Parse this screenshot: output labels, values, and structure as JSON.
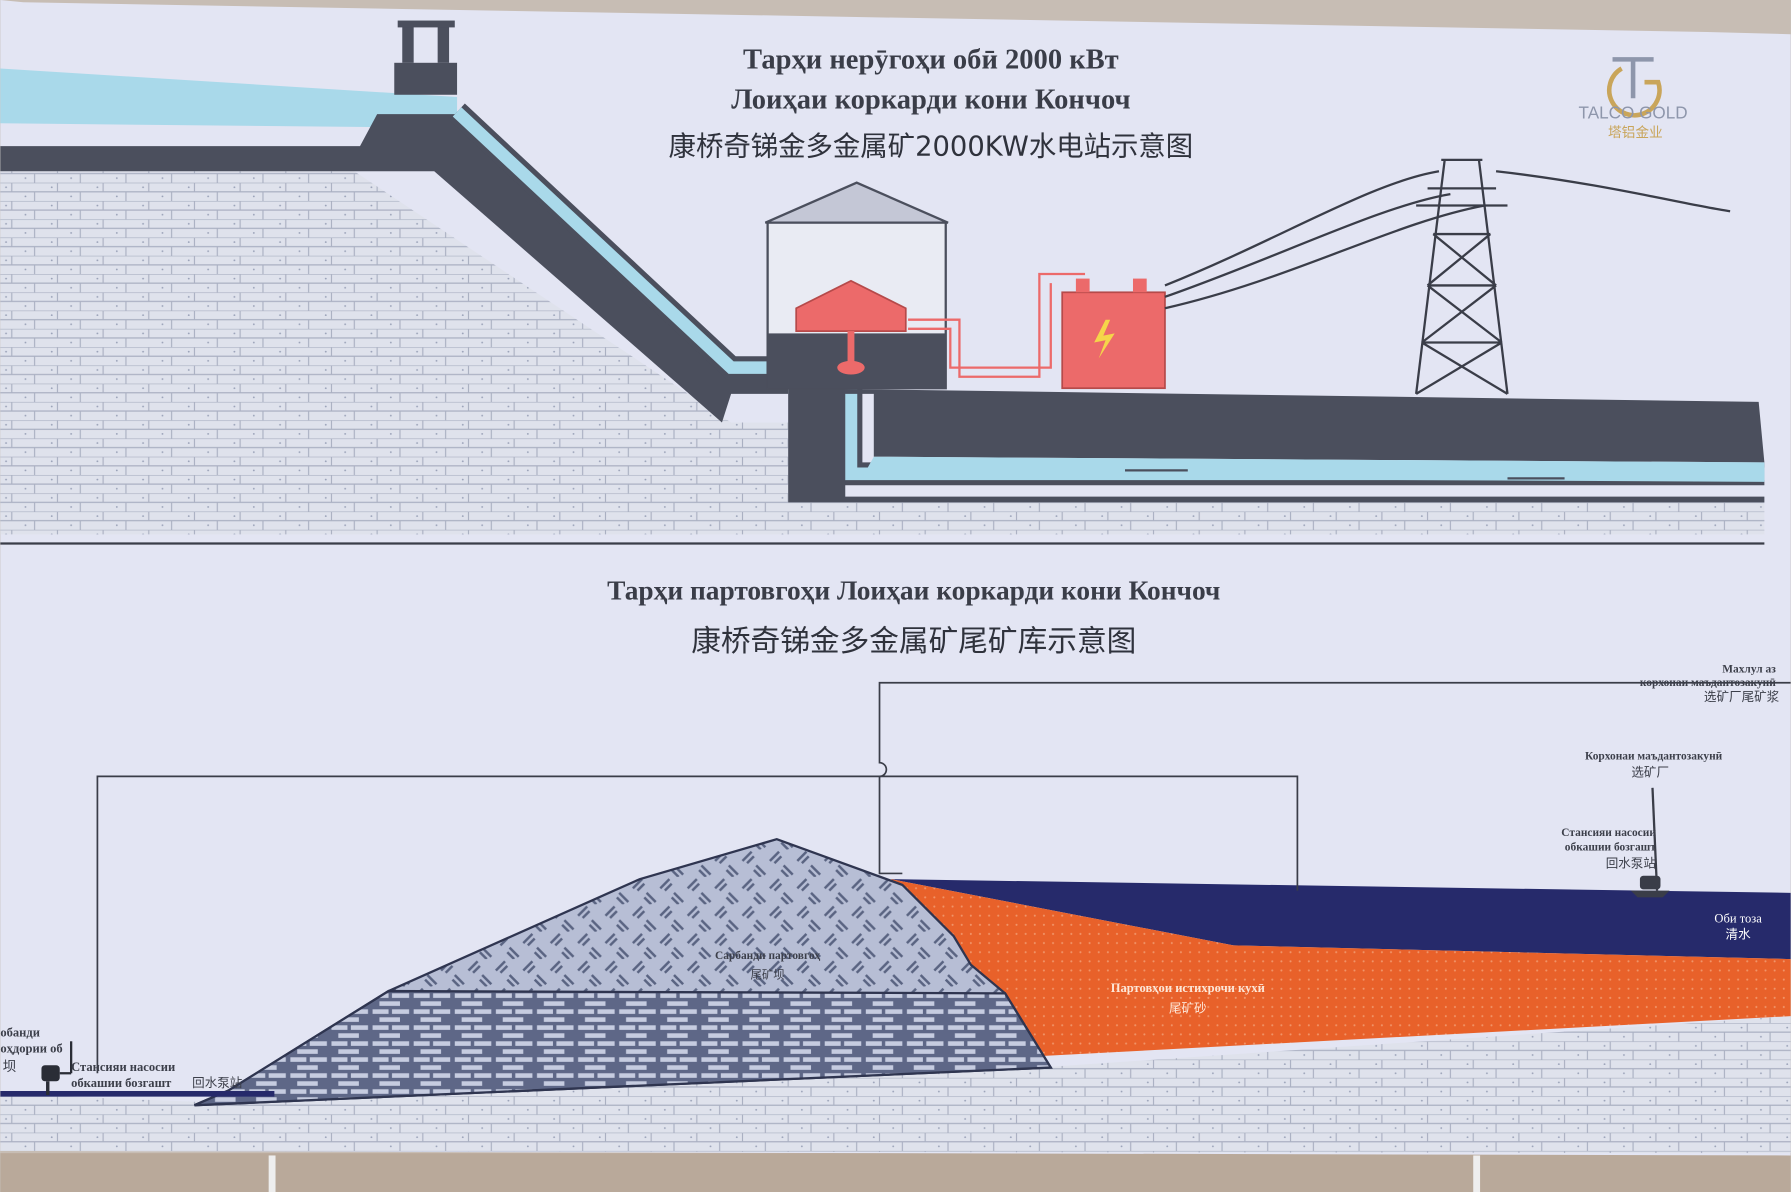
{
  "top_panel": {
    "title_line1": "Тарҳи нерӯгоҳи обӣ 2000 кВт",
    "title_line2": "Лоиҳаи коркарди кони Кончоч",
    "title_cn": "康桥奇锑金多金属矿2000KW水电站示意图"
  },
  "logo": {
    "brand": "TALCO GOLD",
    "brand_cn": "塔铝金业",
    "colors": {
      "gold": "#c9a55a",
      "gray": "#8e96ab"
    }
  },
  "bottom_panel": {
    "title": "Тарҳи партовгоҳи Лоиҳаи коркарди кони Кончоч",
    "title_cn": "康桥奇锑金多金属矿尾矿库示意图",
    "labels": {
      "slurry_ru_1": "Махлул аз",
      "slurry_ru_2": "корхонаи маъдантозакунӣ",
      "slurry_cn": "选矿厂尾矿浆",
      "plant_ru": "Корхонаи маъдантозакунӣ",
      "plant_cn": "选矿厂",
      "pump_right_ru_1": "Стансияи насосии",
      "pump_right_ru_2": "обкашии бозгашт",
      "pump_right_cn": "回水泵站",
      "clear_water_ru": "Оби тоза",
      "clear_water_cn": "清水",
      "dam_ru": "Сарбанди партовгоҳ",
      "dam_cn": "尾矿坝",
      "tailings_ru": "Партовҳои истихрочи кухӣ",
      "tailings_cn": "尾矿砂",
      "left_dam_ru_1": "обанди",
      "left_dam_ru_2": "оҳдории об",
      "left_dam_cn": "坝",
      "pump_left_ru_1": "Стансияи насосии",
      "pump_left_ru_2": "обкашии бозгашт",
      "pump_left_cn": "回水泵站"
    }
  },
  "colors": {
    "board": "#e3e5f3",
    "water": "#a9d9ea",
    "concrete": "#4b4f5d",
    "rock": "#d9dce8",
    "red": "#ec6a6a",
    "tailings": "#e8612a",
    "clear_water": "#262a6b",
    "dam": "#a9b2cc"
  }
}
